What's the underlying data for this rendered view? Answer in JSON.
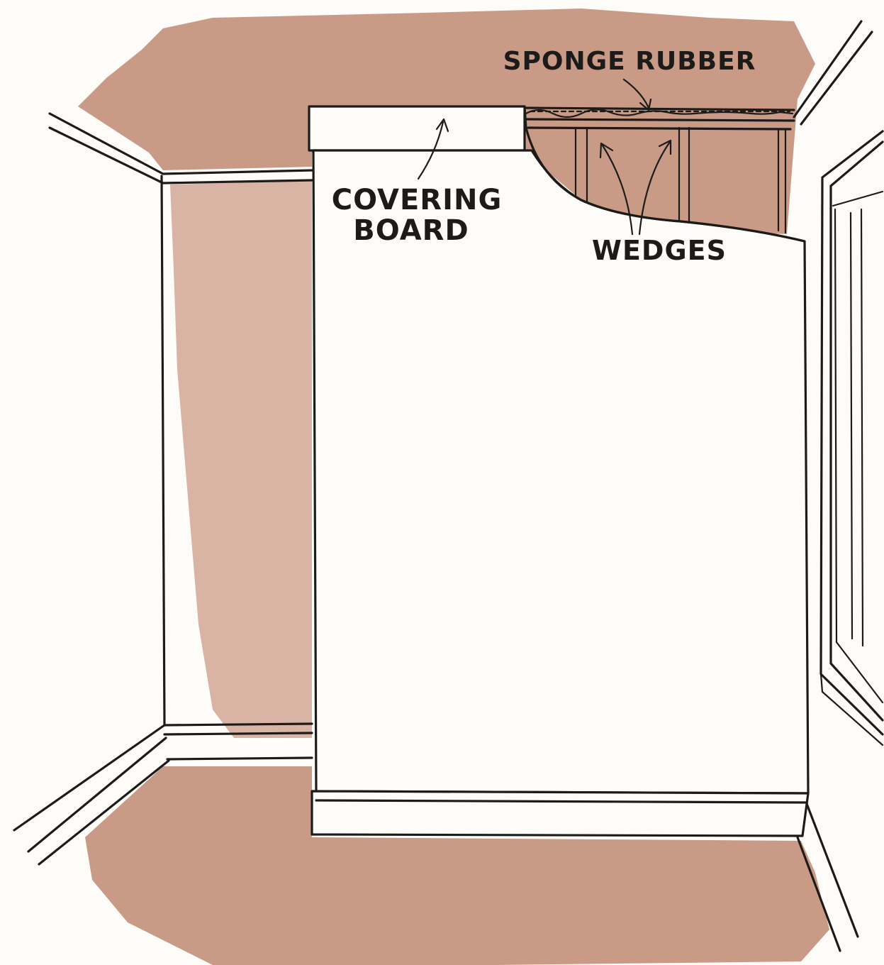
{
  "labels": {
    "sponge_rubber": "SPONGE RUBBER",
    "covering_board_line1": "COVERING",
    "covering_board_line2": "BOARD",
    "wedges": "WEDGES"
  },
  "colors": {
    "wash": "#c99a86",
    "wash_light": "#d9b3a4",
    "ink": "#1c1b1a",
    "paper": "#fdfcf9"
  }
}
